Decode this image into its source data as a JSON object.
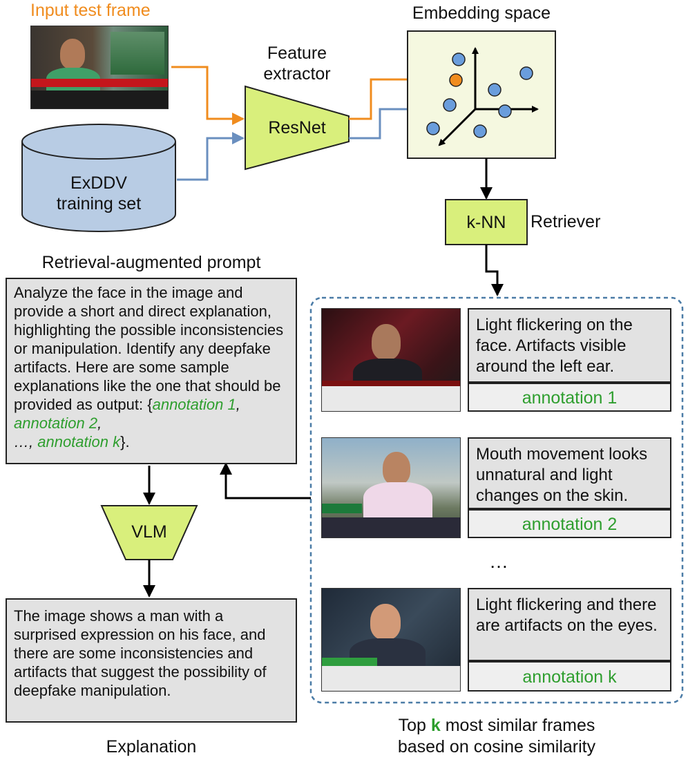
{
  "input_frame_label": "Input test frame",
  "feature_extractor_label": "Feature\nextractor",
  "resnet_label": "ResNet",
  "training_set_label": "ExDDV\ntraining set",
  "embedding_space_label": "Embedding space",
  "knn_label": "k-NN",
  "retriever_label": "Retriever",
  "prompt_title": "Retrieval-augmented prompt",
  "prompt_text_main": "Analyze the face in the image and provide a short and direct explanation, highlighting the possible inconsistencies or manipulation. Identify any deepfake artifacts. Here are some sample explanations like the one that should be provided as output: {",
  "prompt_annotation_1": "annotation 1",
  "prompt_sep_1": ", ",
  "prompt_annotation_2": "annotation 2",
  "prompt_sep_2": ",\n…, ",
  "prompt_annotation_k": "annotation k",
  "prompt_end": "}.",
  "vlm_label": "VLM",
  "explanation_text": "The image shows a man with a surprised expression on his face, and there are some inconsistencies and artifacts that suggest the possibility of deepfake manipulation.",
  "explanation_label": "Explanation",
  "retrieved": [
    {
      "text": "Light flickering on the face. Artifacts visible around the left ear.",
      "annotation": "annotation 1"
    },
    {
      "text": "Mouth movement looks unnatural and light changes on the skin.",
      "annotation": "annotation 2"
    },
    {
      "text": "Light flickering and there are artifacts on the eyes.",
      "annotation": "annotation k"
    }
  ],
  "ellipsis": "…",
  "caption_top": "Top ",
  "caption_k": "k",
  "caption_rest": " most similar frames",
  "caption_line2": "based on cosine similarity",
  "colors": {
    "lime": "#d9ef7c",
    "db_blue": "#b8cce4",
    "embedding_bg": "#f5f8e0",
    "orange": "#f08c1e",
    "blue": "#6a8fbf",
    "green_text": "#2e9e2e",
    "text_box": "#e2e2e2",
    "dashed_border": "#4a7ba6"
  }
}
